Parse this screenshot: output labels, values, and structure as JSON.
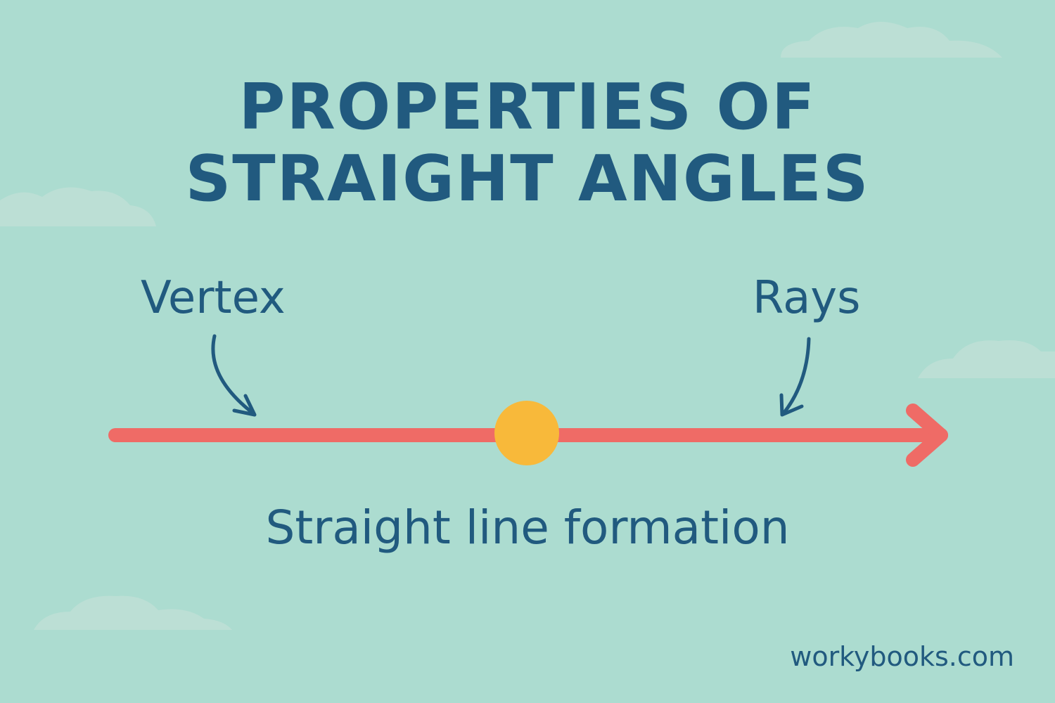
{
  "title": {
    "line1": "PROPERTIES OF",
    "line2": "STRAIGHT ANGLES"
  },
  "labels": {
    "vertex": "Vertex",
    "rays": "Rays",
    "caption": "Straight line formation"
  },
  "watermark": "workybooks.com",
  "colors": {
    "background": "#acdcd0",
    "text": "#215a7f",
    "line": "#ef6b66",
    "vertex_point": "#f8b93a",
    "cloud": "#bfe5db"
  },
  "icons": [
    "cloud-icon",
    "arrow-icon"
  ]
}
